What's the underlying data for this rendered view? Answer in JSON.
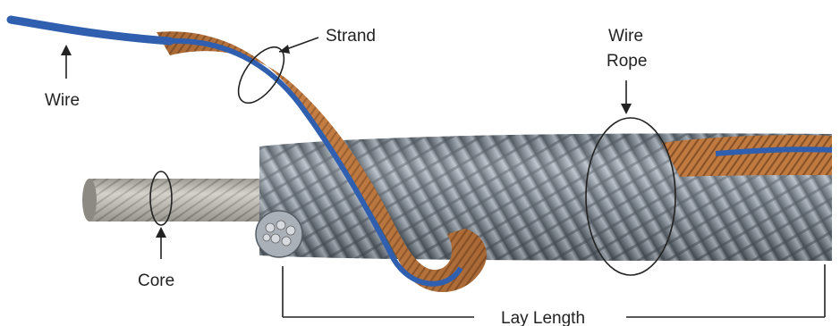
{
  "labels": {
    "wire": "Wire",
    "strand": "Strand",
    "wire_rope_line1": "Wire",
    "wire_rope_line2": "Rope",
    "core": "Core",
    "lay_length": "Lay Length"
  },
  "colors": {
    "copper": "#b8733c",
    "copper_dark": "#6e3f1c",
    "steel": "#9aa3ad",
    "steel_dark": "#4d555e",
    "core_grey": "#b9b6ae",
    "blue_wire": "#2f5fae",
    "annotation": "#222222"
  }
}
